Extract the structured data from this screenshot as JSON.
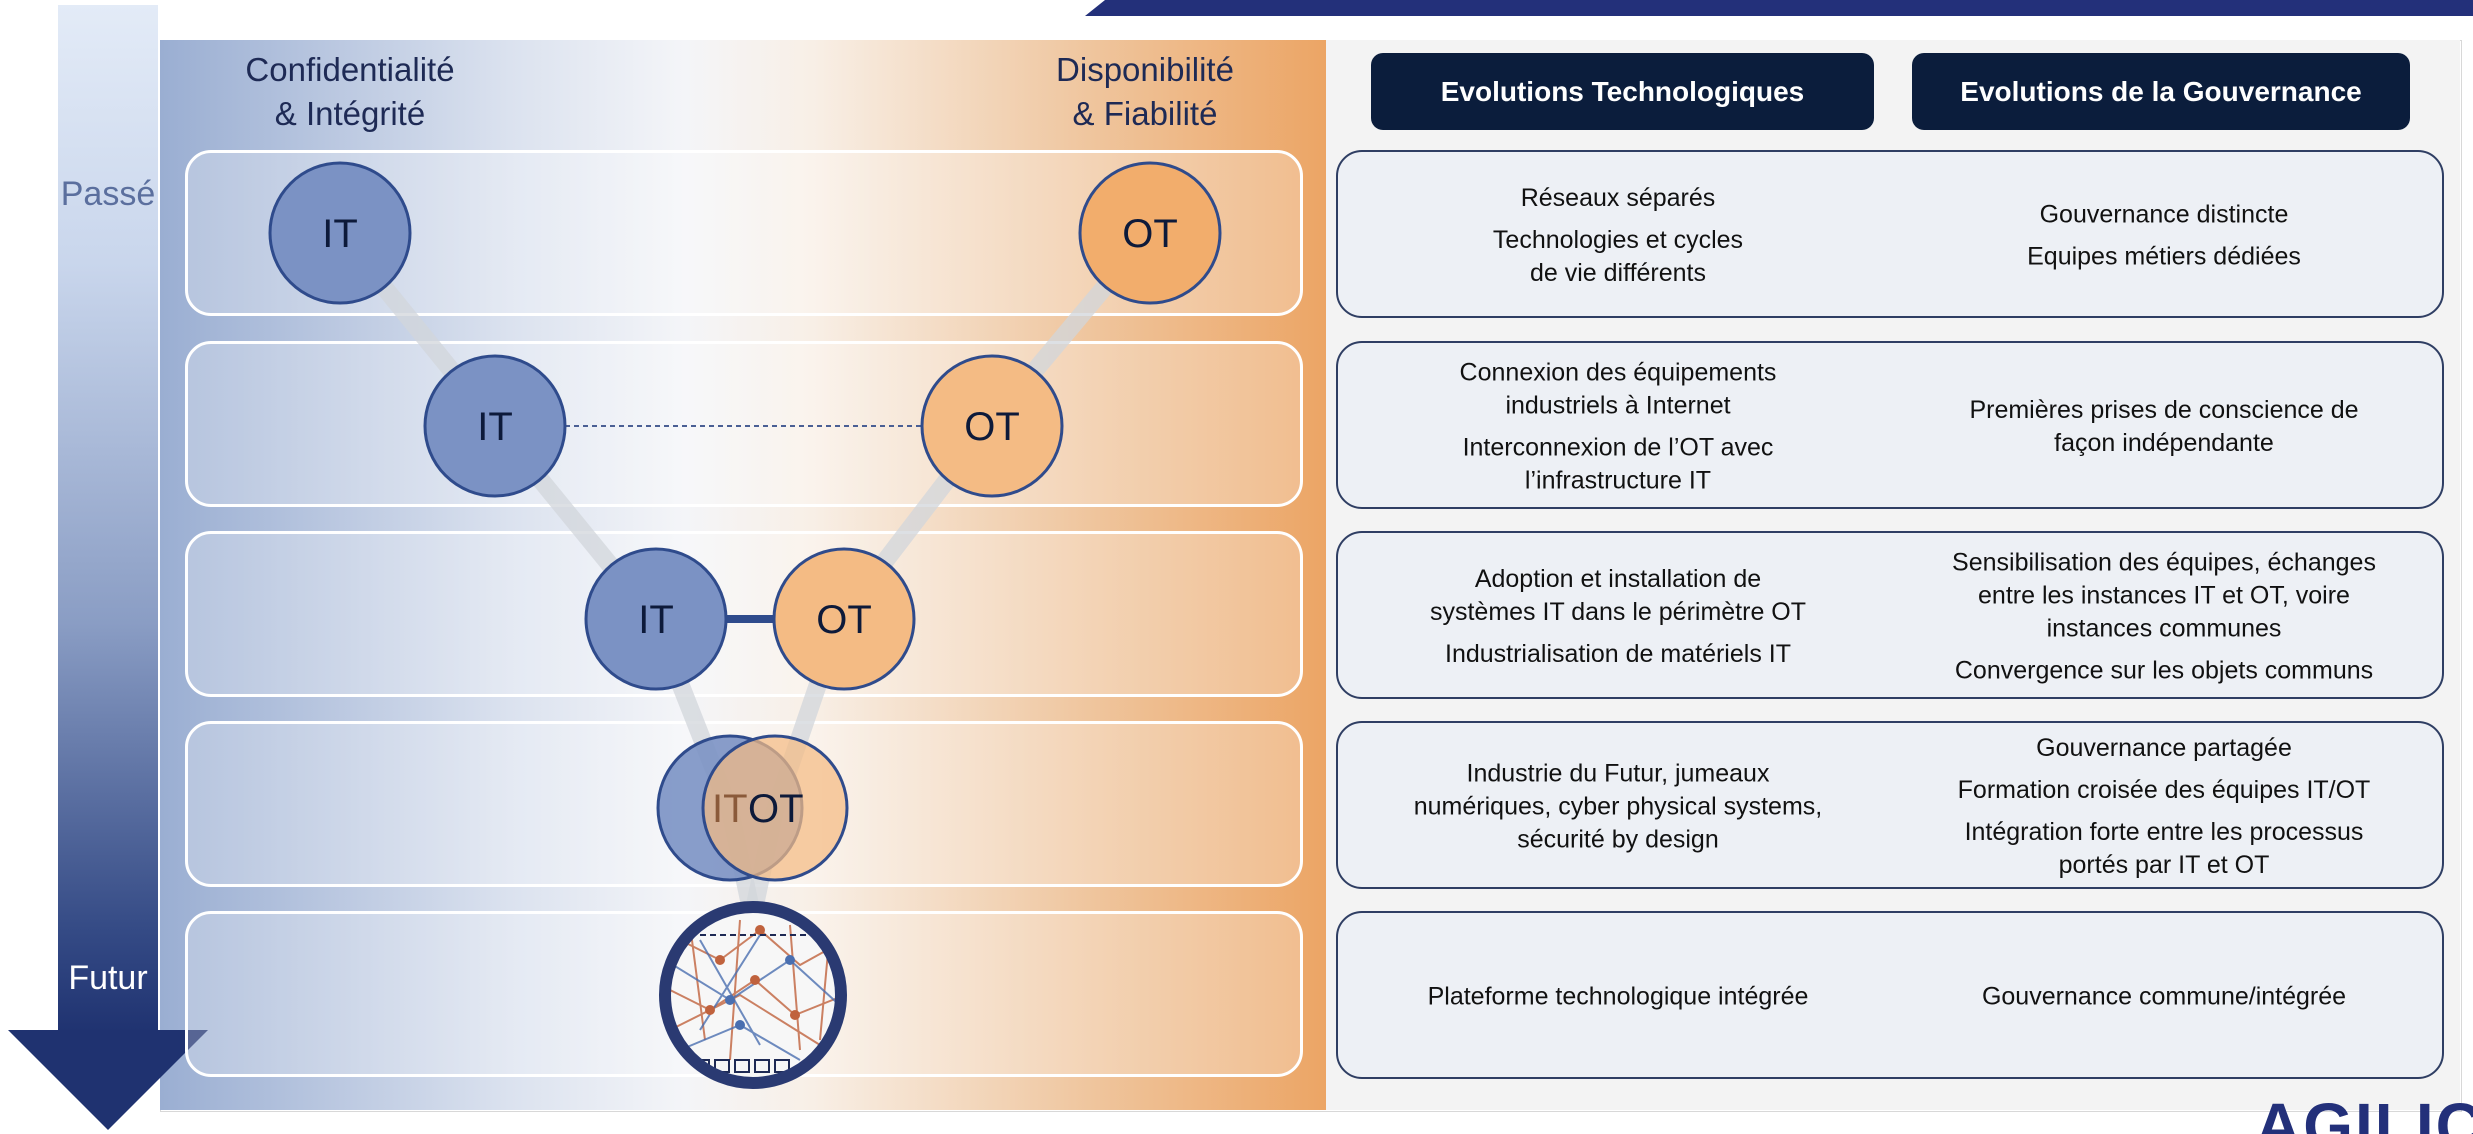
{
  "axis": {
    "left_top": "Confidentialité\n& Intégrité",
    "right_top": "Disponibilité\n& Fiabilité"
  },
  "time": {
    "start": "Passé",
    "end": "Futur"
  },
  "nodes": {
    "it": "IT",
    "ot": "OT"
  },
  "headers": {
    "tech": "Evolutions Technologiques",
    "gov": "Evolutions de la Gouvernance"
  },
  "rows": [
    {
      "tech": [
        "Réseaux séparés",
        "Technologies et cycles\nde vie différents"
      ],
      "gov": [
        "Gouvernance distincte",
        "Equipes métiers dédiées"
      ]
    },
    {
      "tech": [
        "Connexion des équipements\nindustriels à Internet",
        "Interconnexion de l’OT avec\nl’infrastructure IT"
      ],
      "gov": [
        "Premières prises de conscience de\nfaçon indépendante"
      ]
    },
    {
      "tech": [
        "Adoption et installation de\nsystèmes IT dans le périmètre OT",
        "Industrialisation de matériels IT"
      ],
      "gov": [
        "Sensibilisation des équipes, échanges\nentre les instances IT et OT, voire\ninstances communes",
        "Convergence sur les objets communs"
      ]
    },
    {
      "tech": [
        "Industrie du Futur, jumeaux\nnumériques, cyber physical systems,\nsécurité by design"
      ],
      "gov": [
        "Gouvernance partagée",
        "Formation croisée des équipes IT/OT",
        "Intégration forte entre les processus\nportés par IT et OT"
      ]
    },
    {
      "tech": [
        "Plateforme technologique intégrée"
      ],
      "gov": [
        "Gouvernance commune/intégrée"
      ]
    }
  ],
  "logo": "AGILICOE",
  "colors": {
    "it_fill": "#7b92c4",
    "it_stroke": "#2f4b8c",
    "ot_fill": "#f4bb84",
    "ot_stroke": "#2f4b8c",
    "header_bg": "#0b1d3c",
    "accent": "#23307a"
  }
}
